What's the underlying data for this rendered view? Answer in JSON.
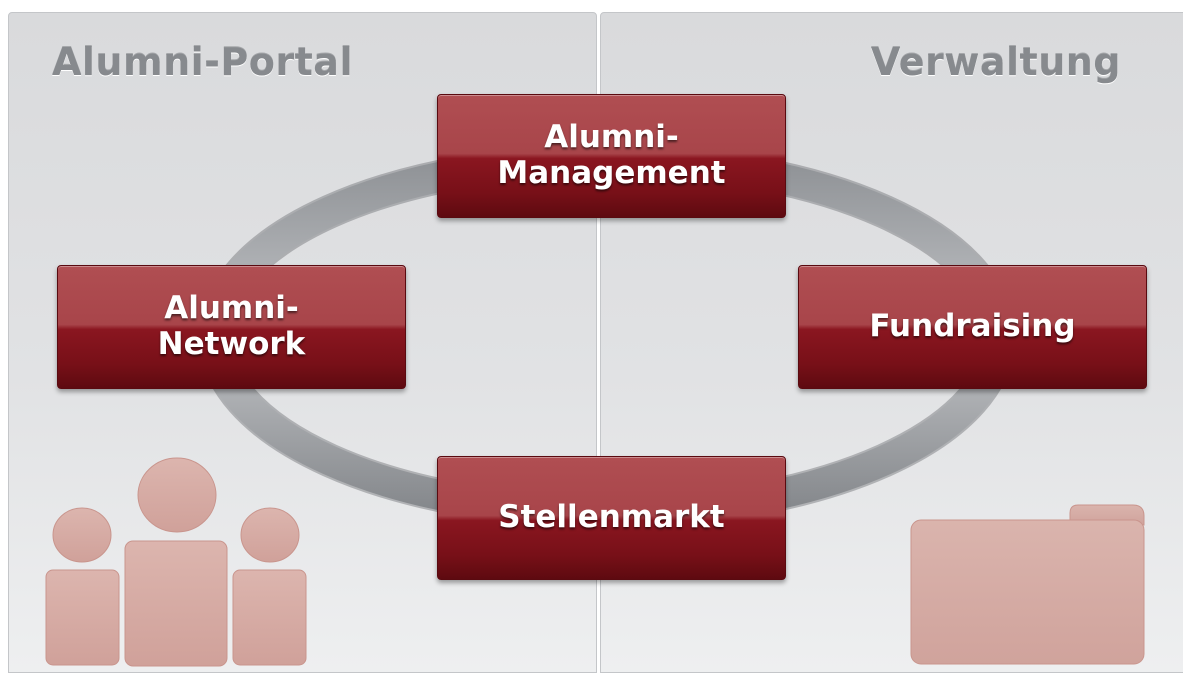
{
  "panels": {
    "left_title": "Alumni-Portal",
    "right_title": "Verwaltung"
  },
  "nodes": {
    "management": {
      "line1": "Alumni-",
      "line2": "Management"
    },
    "network": {
      "line1": "Alumni-",
      "line2": "Network"
    },
    "fundraising": {
      "label": "Fundraising"
    },
    "stellenmarkt": {
      "label": "Stellenmarkt"
    }
  },
  "icons": {
    "left": "people-group-icon",
    "right": "folder-icon"
  },
  "colors": {
    "node_red": "#8a1620",
    "panel_title_gray": "#878a8e",
    "icon_pink": "#d6aca6"
  }
}
